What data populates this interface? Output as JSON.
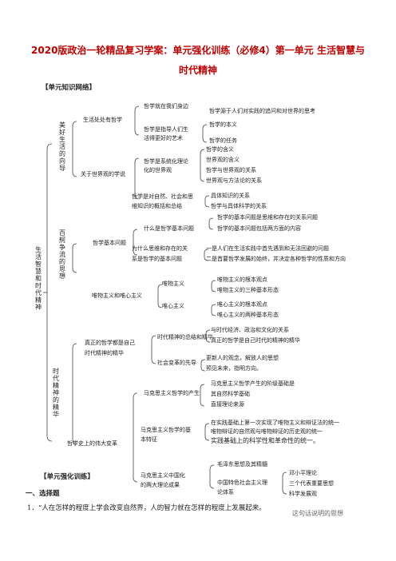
{
  "title": {
    "line1": "2020版政治一轮精品复习学案：单元强化训练（必修4）第一单元 生活智慧与",
    "line2": "时代精神"
  },
  "section_network": "【单元知识网络】",
  "map": {
    "root": "生活智慧和时代精神",
    "b1": "美好生活的向导",
    "b2": "百舸争流的思想",
    "b3": "时代精神的精华",
    "n1": "生活处处有哲学",
    "n1a": "哲学就在我们身边",
    "n1b_1": "哲学是指导人们生",
    "n1b_2": "活得更好的艺术",
    "n1_l1": "哲学源于人们对实践的追问和对世界的思考",
    "n1_l2": "哲学的本义",
    "n1_l3": "哲学的任务",
    "n2": "关于世界观的学说",
    "n2a_1": "哲学是系统化理论",
    "n2a_2": "化的世界观",
    "n2a_l1": "哲学的含义",
    "n2a_l2": "世界观的含义",
    "n2a_l3": "哲学与世界观的关系",
    "n2a_l4": "世界观与方法论的关系",
    "n2b_1": "哲学是对自然、社会和思",
    "n2b_2": "维知识的概括和总结",
    "n2b_l1": "具体知识的关系",
    "n2b_l2": "哲学与具体科学的关系",
    "n3": "哲学基本问题",
    "n3a": "什么是哲学基本问题",
    "n3a_l1": "哲学的基本问题是思维和存在的关系问题",
    "n3a_l2": "哲学的基本问题包括两方面的内容",
    "n3b_1": "为什么思维和存在的关",
    "n3b_2": "系是哲学的基本问题",
    "n3b_l1": "一是人们在生活实践中首先遇到和无法回避的问题",
    "n3b_l2": "二是首要哲学发展的始终，并决定各种哲学的性质和方向",
    "n4": "唯物主义和唯心主义",
    "n4a": "唯物主义",
    "n4a_l1": "唯物主义的根本观点",
    "n4a_l2": "唯物主义的三种基本形态",
    "n4b": "唯心主义",
    "n4b_l1": "唯心主义的根本观点",
    "n4b_l2": "唯心主义的两种基本形态",
    "n5_1": "真正的哲学都是自己",
    "n5_2": "时代精神的精华",
    "n5a": "时代精神的总结和精华",
    "n5a_l1": "与时代经济、政治和文化的关系",
    "n5a_l2": "真正的哲学是自己时代的精神的精华",
    "n5b": "社会变革的先导",
    "n5b_l1": "更新人的观念，解放人的思想",
    "n5b_l2": "预见未来，指明方向。",
    "n6": "哲学史上的伟大变革",
    "n6a": "马克思主义哲学的产生",
    "n6a_l1": "马克思主义哲学产生的阶级基础是",
    "n6a_l2": "其自然科学基础",
    "n6a_l3": "直接理论来源",
    "n6b_1": "马克思主义哲学的基",
    "n6b_2": "本特征",
    "n6b_l1": "在实践基础上第一次实现了唯物主义和辩证法的统一",
    "n6b_l2": "唯物辩证的自然观与唯物辩证的历史观的统一",
    "n6b_l3": "实践基础上的科学性和革命性的统一。",
    "n6c_1": "马克思主义中国化",
    "n6c_2": "的两大理论成果",
    "n6c_l1": "毛泽东思想及其精髓",
    "n6c_l2_1": "中国特色社会主义理",
    "n6c_l2_2": "论体系",
    "n6c_s1": "邓小平理论",
    "n6c_s2": "三个代表重要思想",
    "n6c_s3": "科学发展观"
  },
  "section_training": "【单元强化训练】",
  "part1": "一、选择题",
  "q1": "1．“人在怎样的程度上学会改变自然界，人的智力就在怎样的程度上发展起来。",
  "q1_tail": "这句话说明的思想"
}
